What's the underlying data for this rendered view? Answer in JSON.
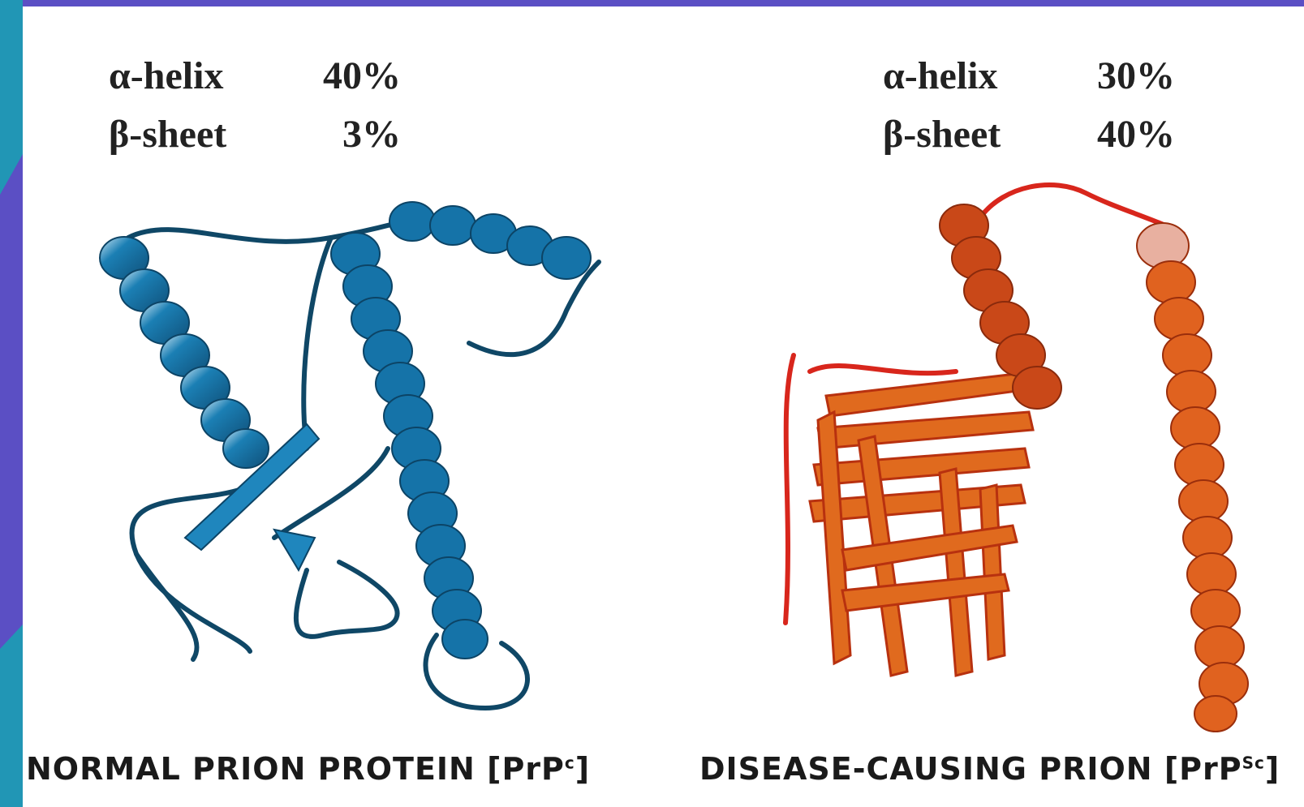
{
  "normal": {
    "stats": [
      {
        "label": "α-helix",
        "value": "40%"
      },
      {
        "label": "β-sheet",
        "value": "3%"
      }
    ],
    "caption_main": "NORMAL PRION PROTEIN [PrP",
    "caption_sup": "c",
    "caption_end": "]",
    "color": "#1b6fa0"
  },
  "disease": {
    "stats": [
      {
        "label": "α-helix",
        "value": "30%"
      },
      {
        "label": "β-sheet",
        "value": "40%"
      }
    ],
    "caption_main": "DISEASE-CAUSING PRION [PrP",
    "caption_sup": "Sc",
    "caption_end": "]",
    "color": "#d9541a"
  },
  "colors": {
    "frame": "#5b4fc4",
    "strip": "#2196b5"
  }
}
